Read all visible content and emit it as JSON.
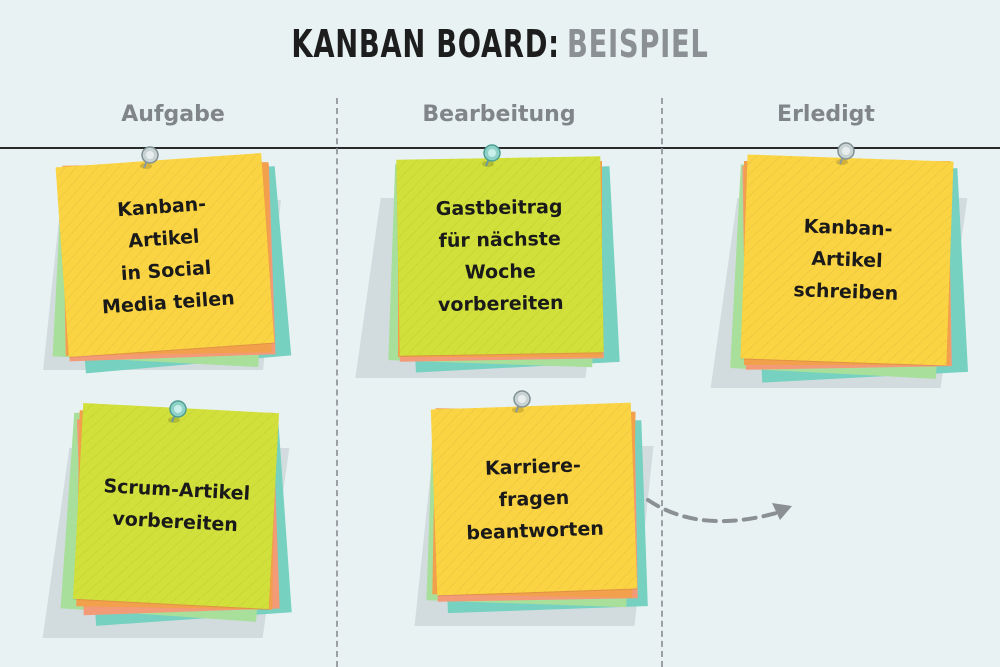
{
  "title": {
    "main": "KANBAN BOARD:",
    "sub": "BEISPIEL"
  },
  "columns": [
    {
      "header": "Aufgabe"
    },
    {
      "header": "Bearbeitung"
    },
    {
      "header": "Erledigt"
    }
  ],
  "cards": {
    "social": "Kanban-\nArtikel\nin Social\nMedia teilen",
    "scrum": "Scrum-Artikel\nvorbereiten",
    "gast": "Gastbeitrag\nfür nächste\nWoche\nvorbereiten",
    "karriere": "Karriere-\nfragen\nbeantworten",
    "kanban": "Kanban-\nArtikel\nschreiben"
  },
  "colors": {
    "yellow_note": "#fbd443",
    "green_note": "#d2e03b",
    "background": "#e9f2f3",
    "divider": "#2a2a2a"
  },
  "icons": [
    "pushpin-icon",
    "dashed-arrow-icon"
  ]
}
